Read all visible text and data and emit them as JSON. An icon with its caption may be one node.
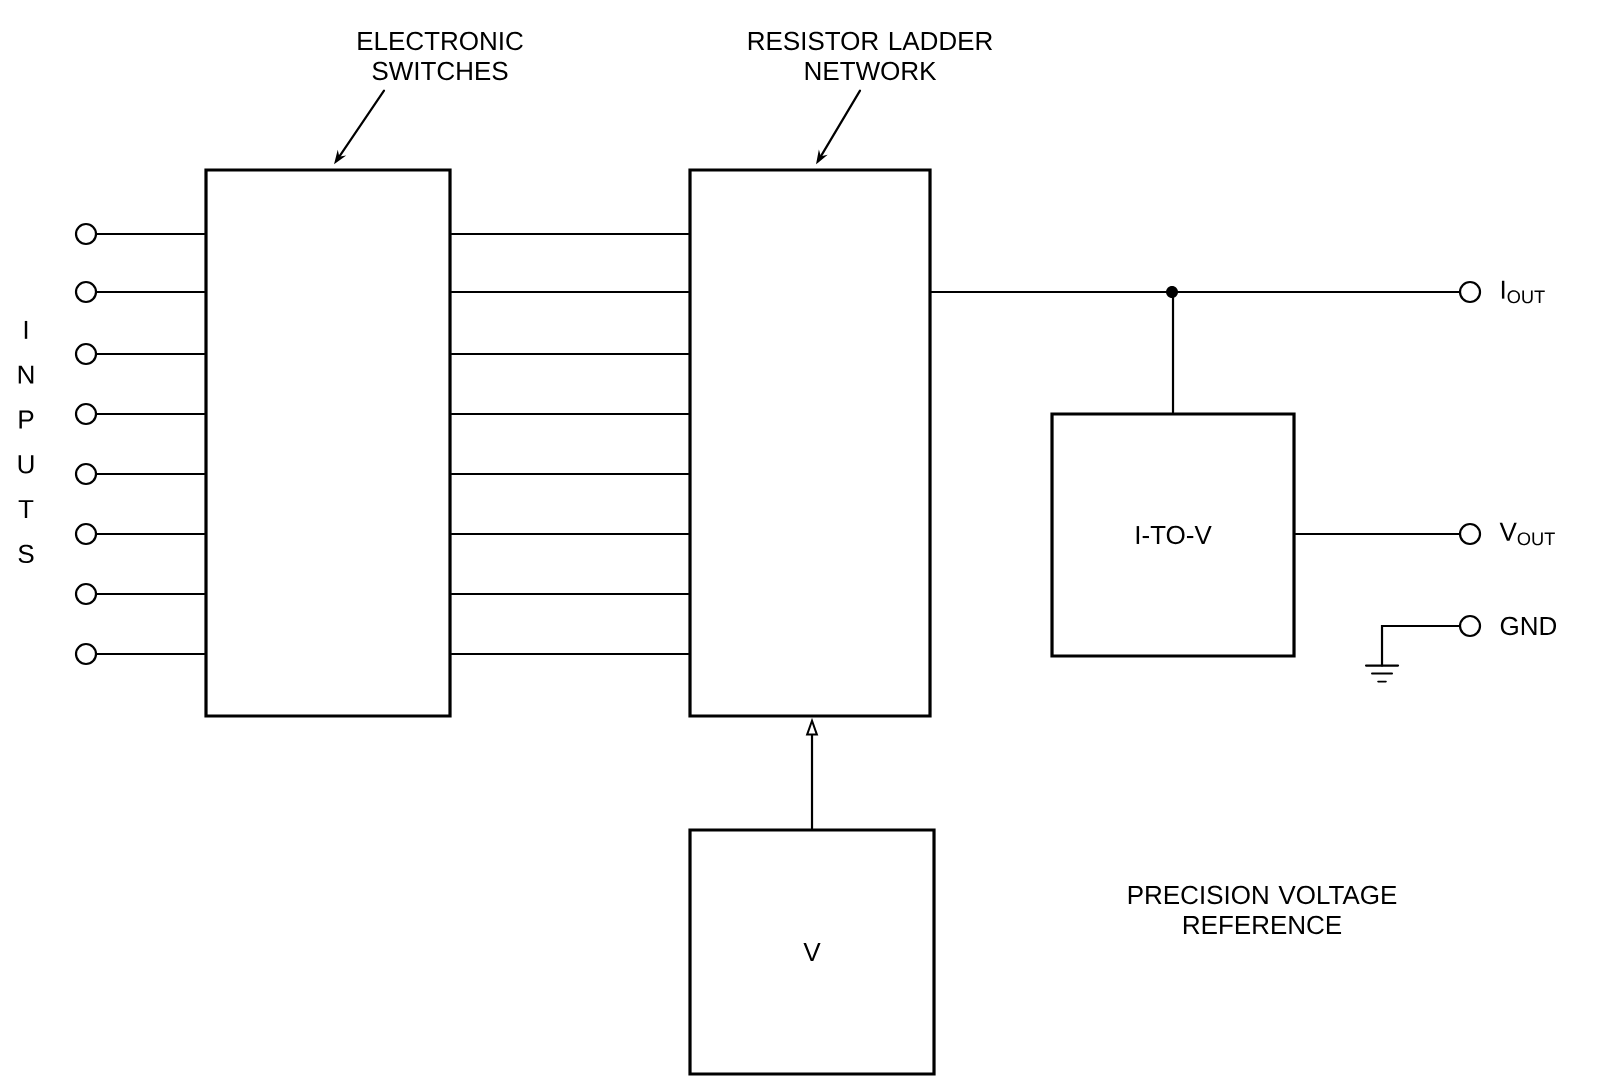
{
  "diagram": {
    "nodes": [
      {
        "text": [
          "ELECTRONIC SWITCHES"
        ]
      },
      {
        "text": [
          "RESISTOR LADDER NETWORK"
        ]
      },
      {
        "text": [],
        "shape": "circle"
      },
      {
        "text": [],
        "shape": "circle"
      },
      {
        "text": [],
        "shape": "circle"
      },
      {
        "text": [],
        "shape": "circle"
      },
      {
        "text": [],
        "shape": "circle"
      },
      {
        "text": [],
        "shape": "circle"
      },
      {
        "text": [],
        "shape": "circle"
      },
      {
        "text": [],
        "shape": "circle"
      },
      {
        "text": [],
        "shape": "box"
      },
      {
        "text": [],
        "shape": "box"
      },
      {
        "text": [],
        "shape": "circle",
        "beside": [
          "I$_{OUT}$"
        ]
      },
      {
        "text": [
          "I-TO-V"
        ]
      },
      {
        "text": [],
        "shape": "circle",
        "beside": [
          "V$_{OUT}$"
        ]
      },
      {
        "text": [],
        "shape": "circle",
        "beside": [
          "GND"
        ]
      },
      {
        "text": [],
        "shape": "ground"
      },
      {
        "text": [
          "V"
        ]
      }
    ],
    "edges": [
      {
        "from": 0,
        "to": 10,
        "arrow": "to"
      },
      {
        "from": 1,
        "to": 11,
        "arrow": "to"
      },
      {
        "from": 2,
        "to": 10,
        "arrow": "none"
      },
      {
        "from": 3,
        "to": 10,
        "arrow": "none"
      },
      {
        "from": 4,
        "to": 10,
        "arrow": "none"
      },
      {
        "from": 5,
        "to": 10,
        "arrow": "none"
      },
      {
        "from": 6,
        "to": 10,
        "arrow": "none"
      },
      {
        "from": 7,
        "to": 10,
        "arrow": "none"
      },
      {
        "from": 8,
        "to": 10,
        "arrow": "none"
      },
      {
        "from": 9,
        "to": 10,
        "arrow": "none"
      },
      {
        "from": 10,
        "to": 11,
        "arrow": "none"
      },
      {
        "from": 10,
        "to": 11,
        "arrow": "none"
      },
      {
        "from": 10,
        "to": 11,
        "arrow": "none"
      },
      {
        "from": 10,
        "to": 11,
        "arrow": "none"
      },
      {
        "from": 10,
        "to": 11,
        "arrow": "none"
      },
      {
        "from": 10,
        "to": 11,
        "arrow": "none"
      },
      {
        "from": 10,
        "to": 11,
        "arrow": "none"
      },
      {
        "from": 10,
        "to": 11,
        "arrow": "none"
      },
      {
        "from": 11,
        "to": 12,
        "arrow": "none"
      },
      {
        "from": 11,
        "to": 13,
        "arrow": "none"
      },
      {
        "from": 13,
        "to": 14,
        "arrow": "none"
      },
      {
        "from": 16,
        "to": 15,
        "arrow": "none"
      },
      {
        "from": 17,
        "to": 11,
        "arrow": "to"
      }
    ],
    "labels": [
      "INPUTS",
      "PRECISION VOLTAGE REFERENCE"
    ]
  }
}
